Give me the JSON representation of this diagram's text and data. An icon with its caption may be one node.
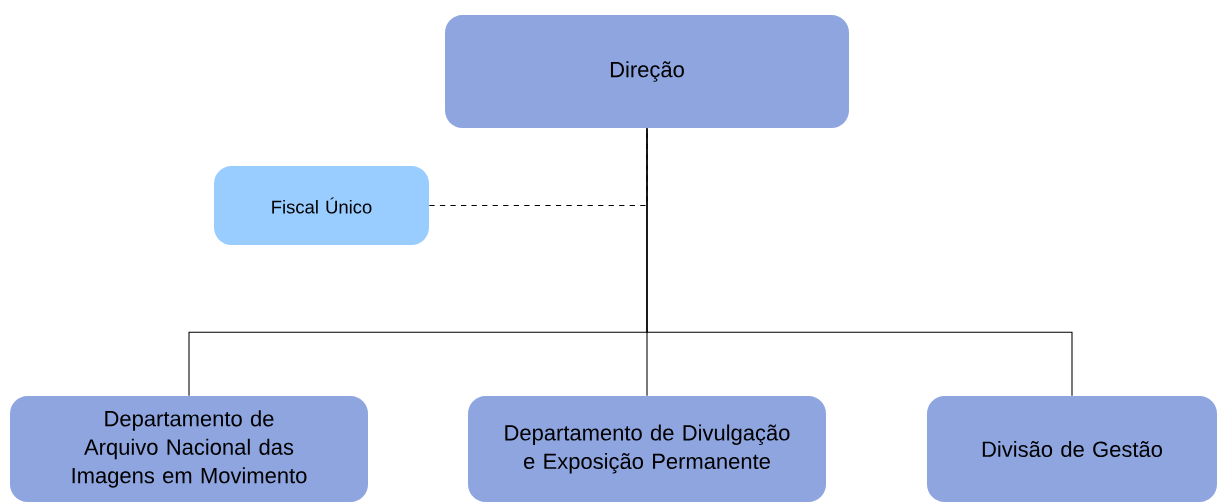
{
  "diagram": {
    "nodes": [
      {
        "text": [
          "Direção"
        ]
      },
      {
        "text": [
          "Fiscal Único"
        ]
      },
      {
        "text": [
          "Departamento de Arquivo Nacional das Imagens em Movimento"
        ]
      },
      {
        "text": [
          "Departamento de Divulgação e Exposição Permanente"
        ]
      },
      {
        "text": [
          "Divisão de Gestão"
        ]
      }
    ],
    "edges": [
      {
        "from": 1,
        "to": 0,
        "arrow": "none",
        "style": "dashed"
      },
      {
        "from": 0,
        "to": 2,
        "arrow": "none"
      },
      {
        "from": 0,
        "to": 3,
        "arrow": "none"
      },
      {
        "from": 0,
        "to": 4,
        "arrow": "none"
      }
    ]
  }
}
